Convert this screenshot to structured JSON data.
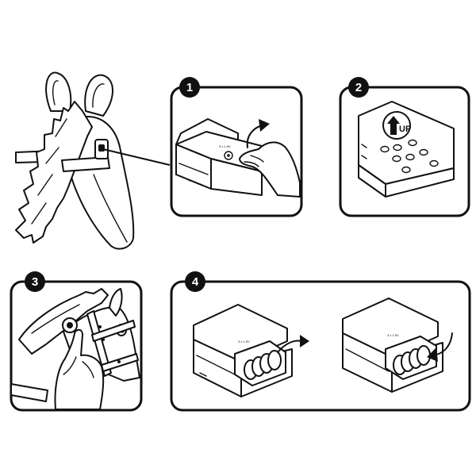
{
  "steps": [
    {
      "number": "1"
    },
    {
      "number": "2",
      "arrow_label": "UP"
    },
    {
      "number": "3"
    },
    {
      "number": "4"
    }
  ],
  "battery_box": {
    "voltage_label": "3 x 1.5V"
  },
  "colors": {
    "ink": "#111111",
    "paper": "#ffffff"
  },
  "icons": [
    "horse-head-icon",
    "hand-icon",
    "battery-box-icon",
    "curved-arrow-icon",
    "up-arrow-icon",
    "battery-icon"
  ]
}
